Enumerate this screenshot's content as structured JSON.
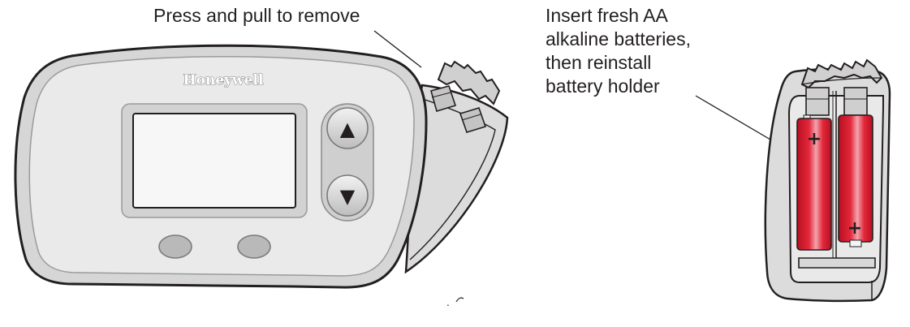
{
  "callouts": {
    "remove": "Press and pull to remove",
    "insert": [
      "Insert fresh AA",
      "alkaline batteries,",
      "then reinstall",
      "battery holder"
    ]
  },
  "thermostat": {
    "brand": "Honeywell",
    "up_arrow": "▲",
    "down_arrow": "▼"
  },
  "battery_holder": {
    "polarity_top": "+",
    "polarity_bottom": "+"
  },
  "colors": {
    "body_fill": "#e4e4e4",
    "outline": "#231f20",
    "screen": "#f7f7f7",
    "battery_red": "#d8192c",
    "battery_highlight": "#f3a4ad"
  },
  "icons": [
    "up-arrow-icon",
    "down-arrow-icon",
    "plus-icon"
  ]
}
